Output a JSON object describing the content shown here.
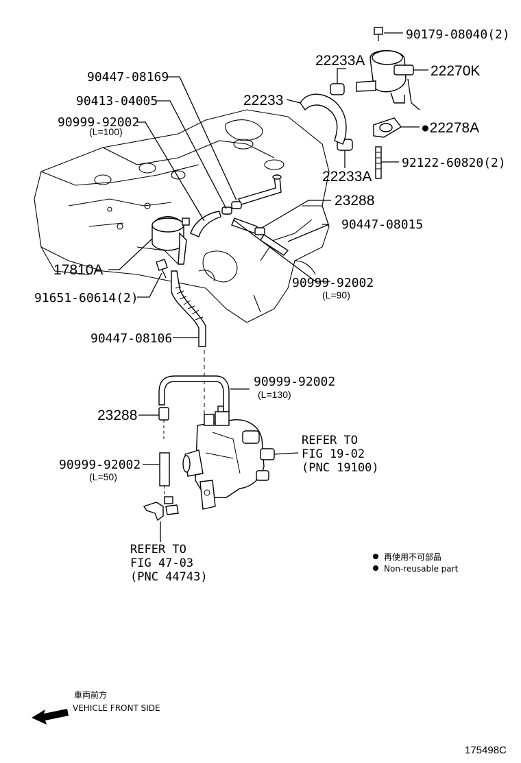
{
  "parts": {
    "p90179": "90179-08040(2)",
    "p22233A_top": "22233A",
    "p22270K": "22270K",
    "p22233": "22233",
    "p22278A": "●22278A",
    "p22233A_bottom": "22233A",
    "p92122": "92122-60820(2)",
    "p90447_08169": "90447-08169",
    "p90413": "90413-04005",
    "p90999_top": "90999-92002",
    "p90999_top_len": "(L=100)",
    "p23288_top": "23288",
    "p90447_08015": "90447-08015",
    "p17810A": "17810A",
    "p90999_mid": "90999-92002",
    "p90999_mid_len": "(L=90)",
    "p91651": "91651-60614(2)",
    "p90447_08106": "90447-08106",
    "p90999_low": "90999-92002",
    "p90999_low_len": "(L=130)",
    "p23288_low": "23288",
    "p90999_bottom": "90999-92002",
    "p90999_bottom_len": "(L=50)"
  },
  "refs": {
    "ref1_line1": "REFER TO",
    "ref1_line2": "FIG 19-02",
    "ref1_line3": "(PNC 19100)",
    "ref2_line1": "REFER TO",
    "ref2_line2": "FIG 47-03",
    "ref2_line3": "(PNC 44743)"
  },
  "legend": {
    "jp": "再使用不可部品",
    "en": "Non-reusable part"
  },
  "direction": {
    "jp": "車両前方",
    "en": "VEHICLE FRONT SIDE",
    "icon": "arrow-left-icon"
  },
  "figure_id": "175498C"
}
